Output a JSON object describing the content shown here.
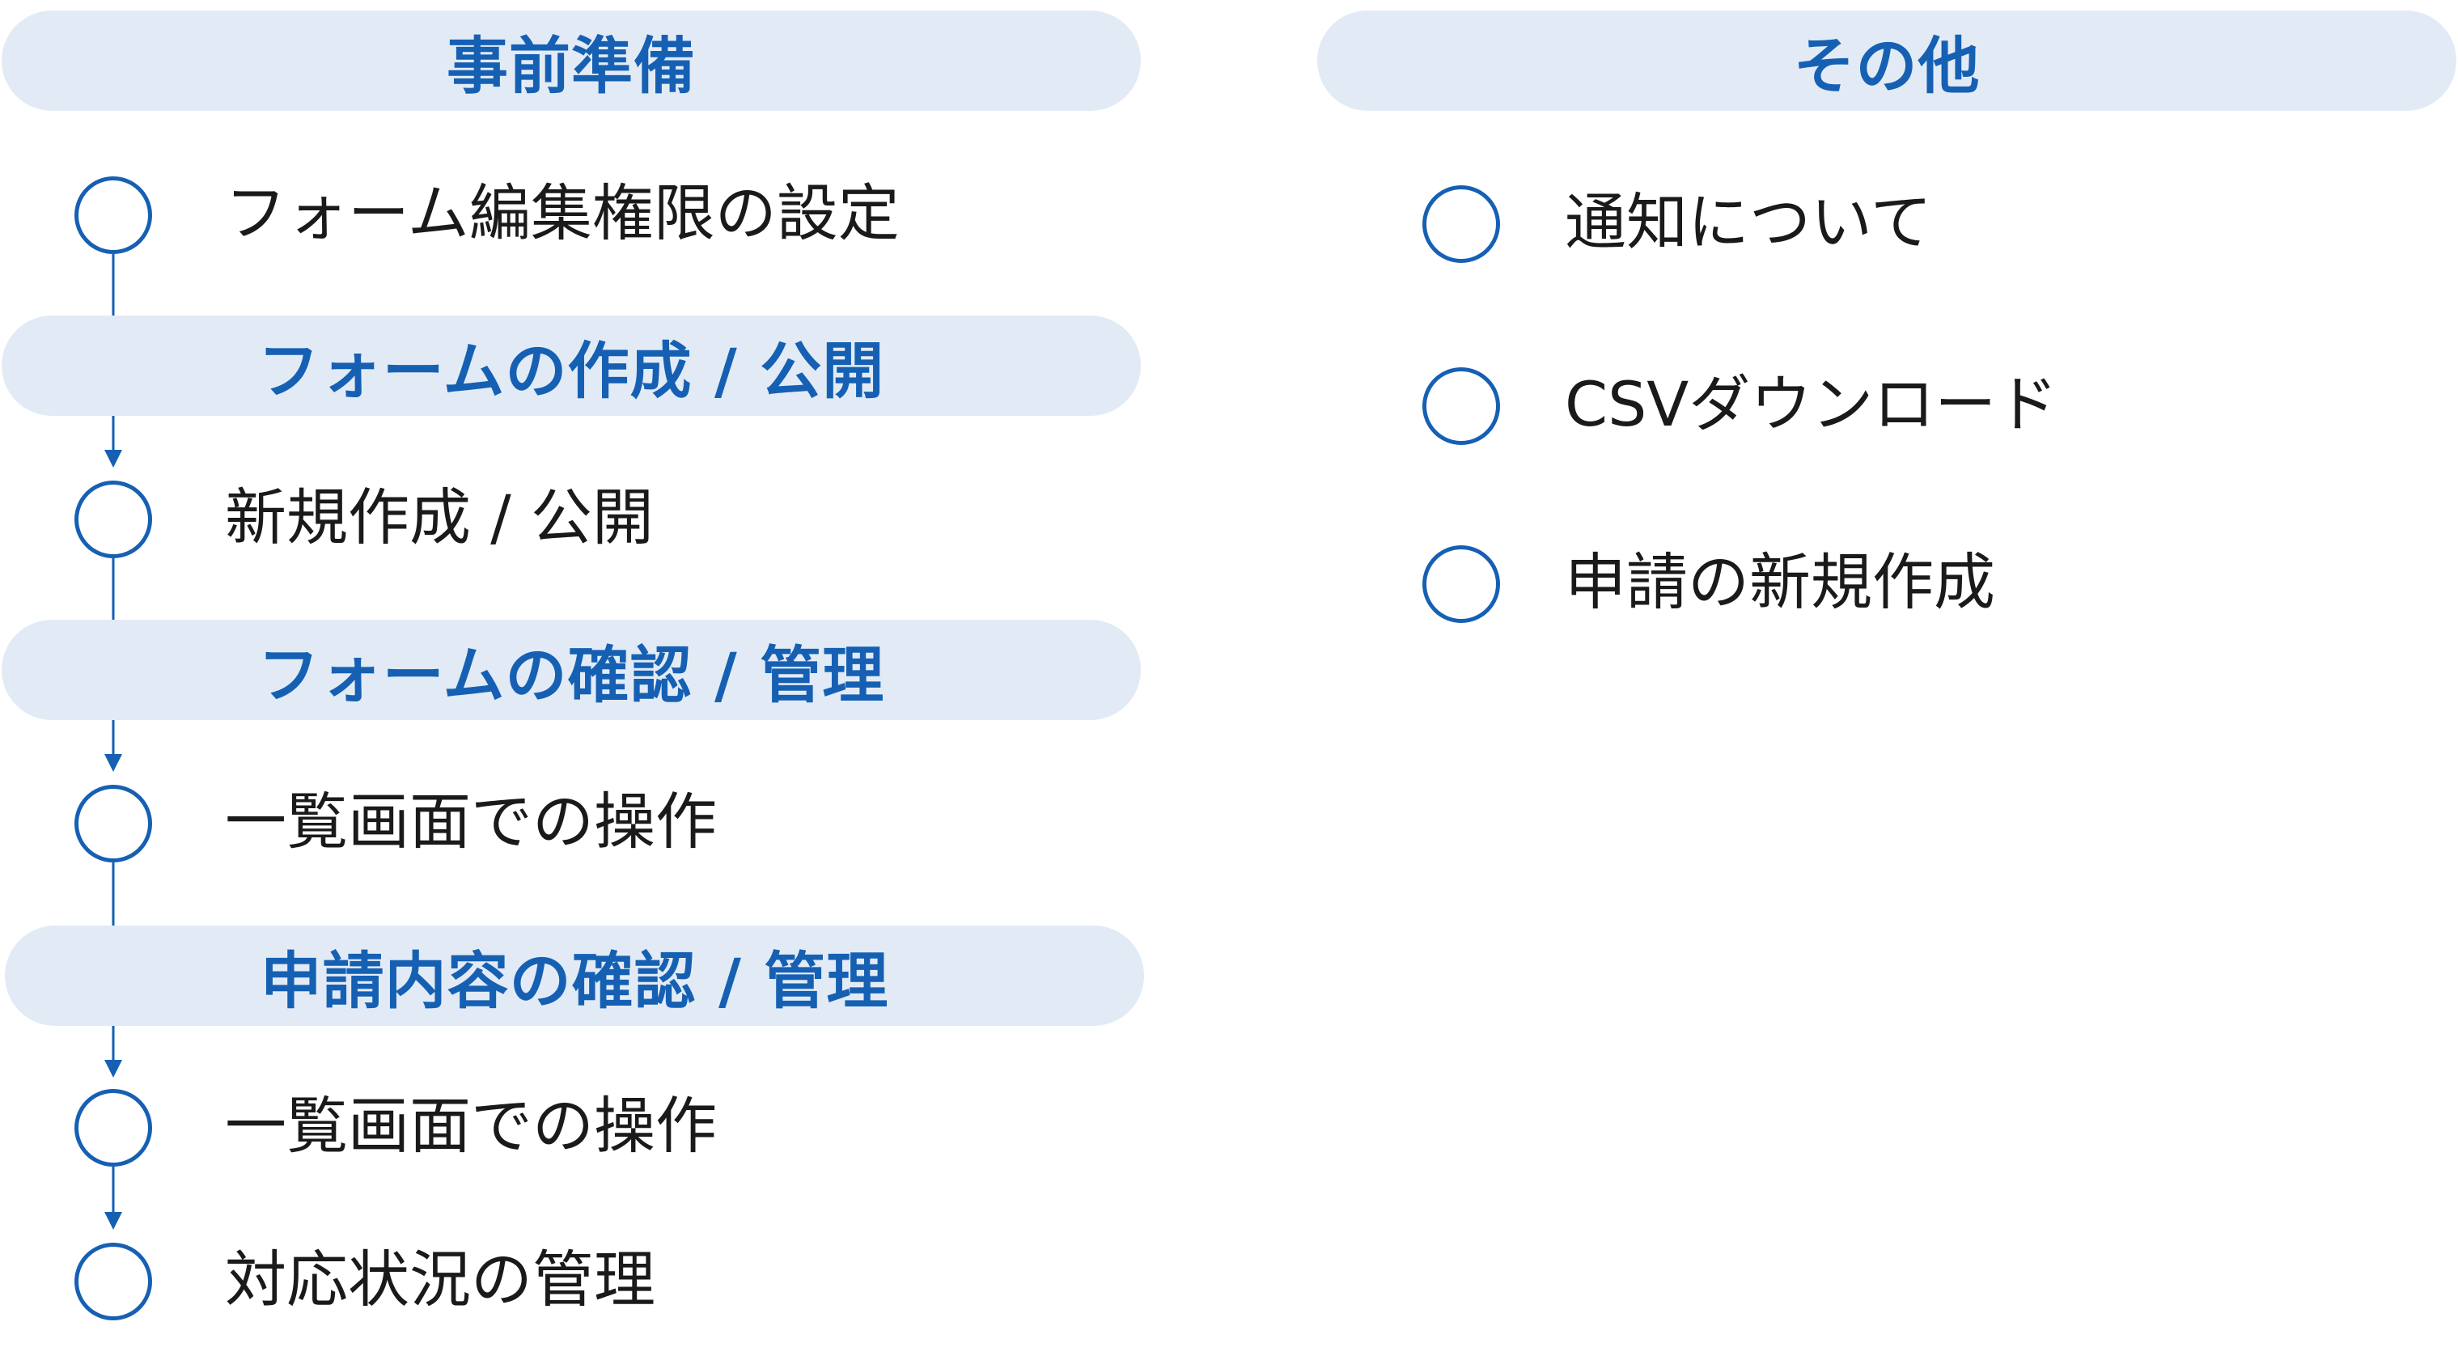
{
  "sections": {
    "prep": {
      "header": "事前準備",
      "items": [
        "フォーム編集権限の設定"
      ]
    },
    "create": {
      "header": "フォームの作成 / 公開",
      "items": [
        "新規作成 / 公開"
      ]
    },
    "form_manage": {
      "header": "フォームの確認 / 管理",
      "items": [
        "一覧画面での操作"
      ]
    },
    "request_manage": {
      "header": "申請内容の確認 / 管理",
      "items": [
        "一覧画面での操作",
        "対応状況の管理"
      ]
    },
    "other": {
      "header": "その他",
      "items": [
        "通知について",
        "CSVダウンロード",
        "申請の新規作成"
      ]
    }
  },
  "colors": {
    "accent": "#1660b4",
    "pill_background": "#e2ebf5",
    "text": "#1a1a1a"
  },
  "icons": {
    "step_marker": "circle-outline-icon",
    "connector": "arrow-down-icon"
  }
}
